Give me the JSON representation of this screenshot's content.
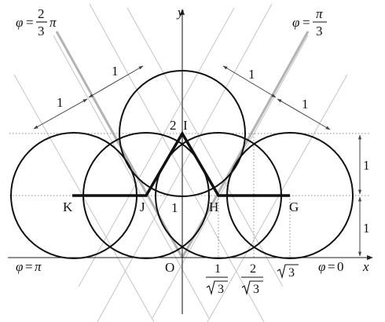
{
  "axes": {
    "x_label": "x",
    "y_label": "y",
    "origin_label": "O"
  },
  "phi_labels": {
    "pi": {
      "symbol": "φ",
      "eq": "=",
      "value": "π"
    },
    "zero": {
      "symbol": "φ",
      "eq": "=",
      "value": "0"
    },
    "pi_over_3": {
      "symbol": "φ",
      "eq": "=",
      "num": "π",
      "den": "3"
    },
    "two_thirds_pi": {
      "symbol": "φ",
      "eq": "=",
      "num": "2",
      "den": "3",
      "tail": "π"
    }
  },
  "points": {
    "K": "K",
    "J": "J",
    "I": "I",
    "H": "H",
    "G": "G"
  },
  "values": {
    "two": "2",
    "one_center": "1"
  },
  "tick_labels": {
    "inv_sqrt3": {
      "num": "1",
      "den": "3"
    },
    "two_over_sqrt3": {
      "num": "2",
      "den": "3"
    },
    "sqrt3": "3"
  },
  "dimensions": {
    "right_upper": "1",
    "right_lower": "1",
    "top_left_a": "1",
    "top_left_b": "1",
    "top_right_a": "1",
    "top_right_b": "1"
  }
}
